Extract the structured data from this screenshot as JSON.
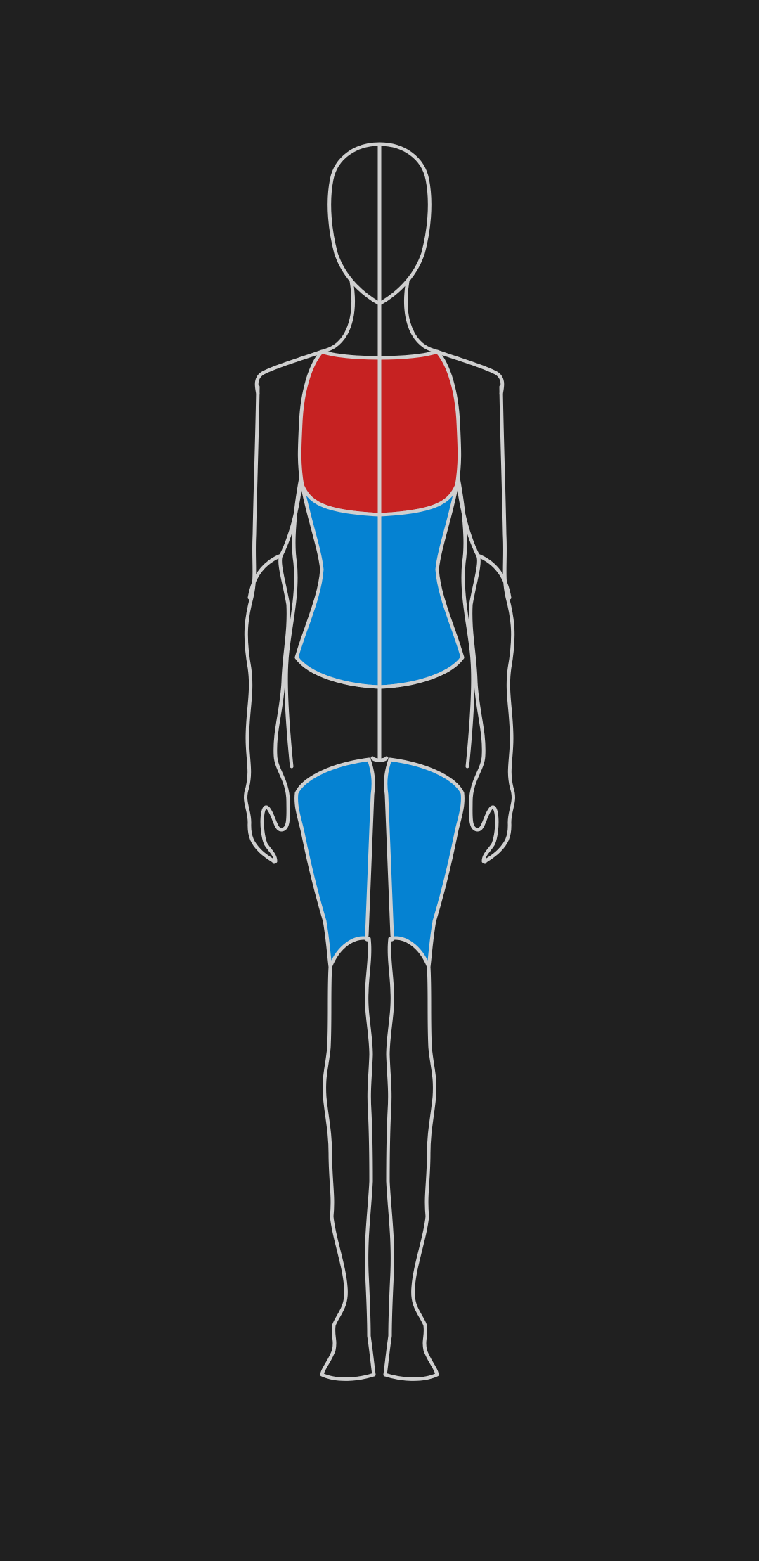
{
  "figure": {
    "view": "front",
    "background_color": "#202020",
    "outline_color": "#cfcfcf"
  },
  "zones": [
    {
      "id": "chest",
      "selected": true,
      "color": "#c62222"
    },
    {
      "id": "abdomen",
      "selected": true,
      "color": "#0582d2"
    },
    {
      "id": "left-thigh",
      "selected": true,
      "color": "#0582d2"
    },
    {
      "id": "right-thigh",
      "selected": true,
      "color": "#0582d2"
    }
  ]
}
